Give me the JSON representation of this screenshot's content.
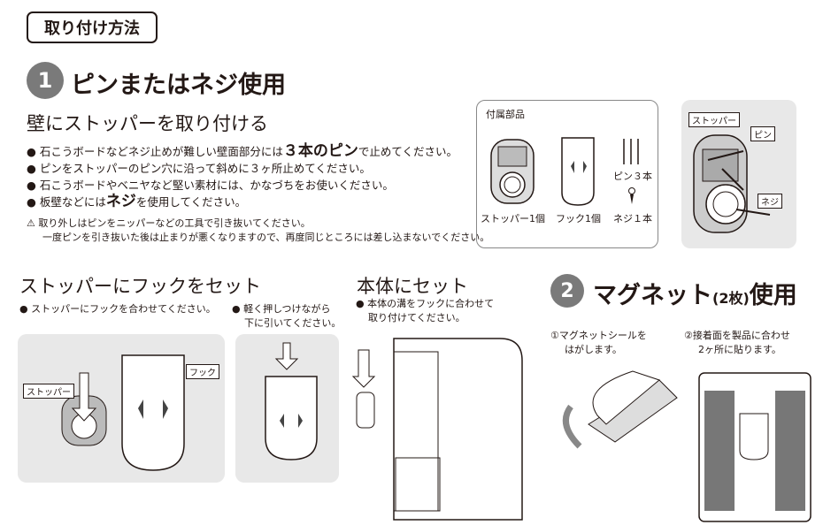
{
  "title": "取り付け方法",
  "method1": {
    "number": "1",
    "heading": "ピンまたはネジ使用",
    "subheading": "壁にストッパーを取り付ける",
    "bullets": [
      {
        "pre": "石こうボードなどネジ止めが難しい壁面部分には",
        "strong": "３本のピン",
        "post": "で止めてください。"
      },
      {
        "text": "ピンをストッパーのピン穴に沿って斜めに３ヶ所止めてください。"
      },
      {
        "text": "石こうボードやベニヤなど堅い素材には、かなづちをお使いください。"
      },
      {
        "pre": "板壁などには",
        "strong": "ネジ",
        "post": "を使用してください。"
      }
    ],
    "warning": [
      "取り外しはピンをニッパーなどの工具で引き抜いてください。",
      "一度ピンを引き抜いた後は止まりが悪くなりますので、再度同じところには差し込まないでください。"
    ],
    "parts": {
      "title": "付属部品",
      "items": [
        "ストッパー1個",
        "フック1個",
        "ピン３本",
        "ネジ１本"
      ]
    },
    "diagram_labels": [
      "ストッパー",
      "ピン",
      "ネジ"
    ]
  },
  "step_hook": {
    "heading": "ストッパーにフックをセット",
    "bullet": "ストッパーにフックを合わせてください。",
    "labels": [
      "ストッパー",
      "フック"
    ],
    "bullet2": [
      "軽く押しつけながら",
      "下に引いてください。"
    ]
  },
  "step_body": {
    "heading": "本体にセット",
    "bullet": [
      "本体の溝をフックに合わせて",
      "取り付けてください。"
    ]
  },
  "method2": {
    "number": "2",
    "heading": "マグネット",
    "heading_small": "(2枚)",
    "heading_tail": "使用",
    "steps": [
      [
        "①マグネットシールを",
        "はがします。"
      ],
      [
        "②接着面を製品に合わせ",
        "2ヶ所に貼ります。"
      ]
    ]
  }
}
